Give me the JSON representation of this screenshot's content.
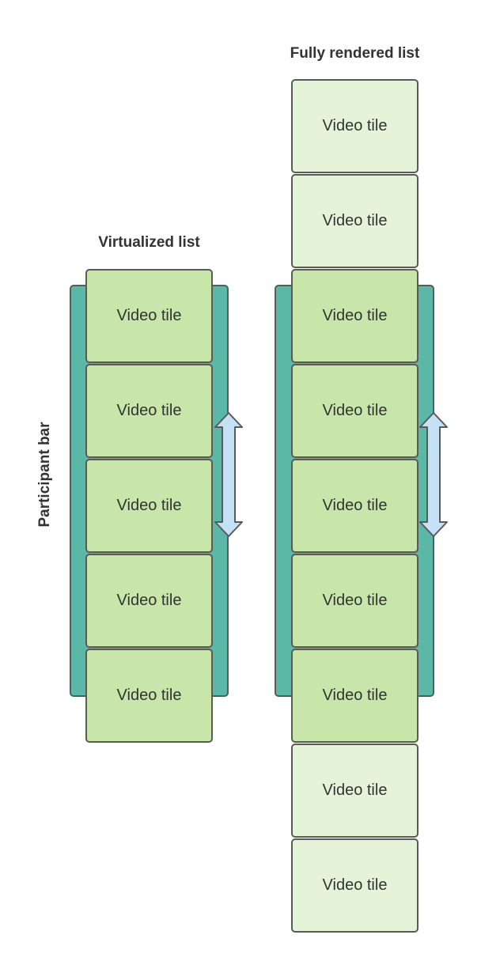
{
  "side_label": "Participant bar",
  "left": {
    "heading": "Virtualized list",
    "tiles": [
      {
        "label": "Video tile",
        "state": "visible"
      },
      {
        "label": "Video tile",
        "state": "visible"
      },
      {
        "label": "Video tile",
        "state": "visible"
      },
      {
        "label": "Video tile",
        "state": "visible"
      },
      {
        "label": "Video tile",
        "state": "visible"
      }
    ]
  },
  "right": {
    "heading": "Fully rendered list",
    "tiles": [
      {
        "label": "Video tile",
        "state": "offscreen"
      },
      {
        "label": "Video tile",
        "state": "offscreen"
      },
      {
        "label": "Video tile",
        "state": "visible"
      },
      {
        "label": "Video tile",
        "state": "visible"
      },
      {
        "label": "Video tile",
        "state": "visible"
      },
      {
        "label": "Video tile",
        "state": "visible"
      },
      {
        "label": "Video tile",
        "state": "visible"
      },
      {
        "label": "Video tile",
        "state": "offscreen"
      },
      {
        "label": "Video tile",
        "state": "offscreen"
      }
    ]
  },
  "colors": {
    "bar": "#5cb8a6",
    "tile_visible": "#c8e6aa",
    "tile_offscreen": "#e5f3d9",
    "scroll_arrow": "#c5e1f5",
    "outline": "#5a5a5a"
  }
}
